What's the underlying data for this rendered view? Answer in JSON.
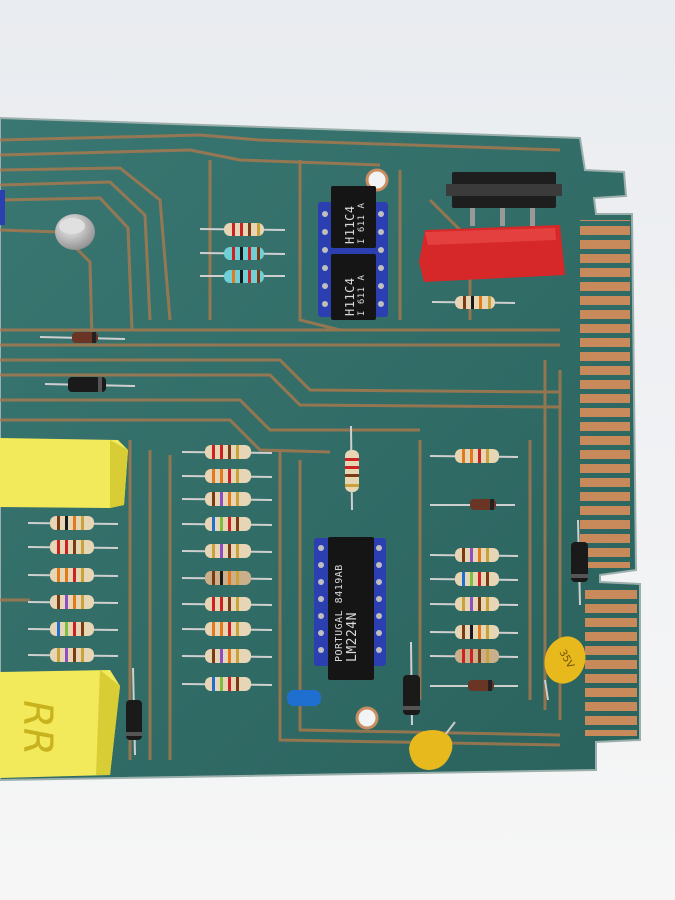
{
  "colors": {
    "background": "#eef0f3",
    "pcb_solder_mask": "#2f6b66",
    "pcb_trace": "#b57a4a",
    "edge_contacts": "#c8895a",
    "ic_body": "#151515",
    "socket": "#2c3fb0",
    "relay_capacitor": "#d62828",
    "film_capacitor": "#f2ea5a",
    "tantalum_capacitor": "#e8b91d"
  },
  "chips": {
    "optocoupler_1": {
      "line1": "H11C4",
      "line2": "I 611 A"
    },
    "optocoupler_2": {
      "line1": "H11C4",
      "line2": "I 611 A"
    },
    "lm224": {
      "line1": "LM224N",
      "line2": "PORTUGAL 8419AB"
    }
  },
  "capacitors": {
    "film_bottom_marking": "RR",
    "tantalum_marking": "35V"
  }
}
